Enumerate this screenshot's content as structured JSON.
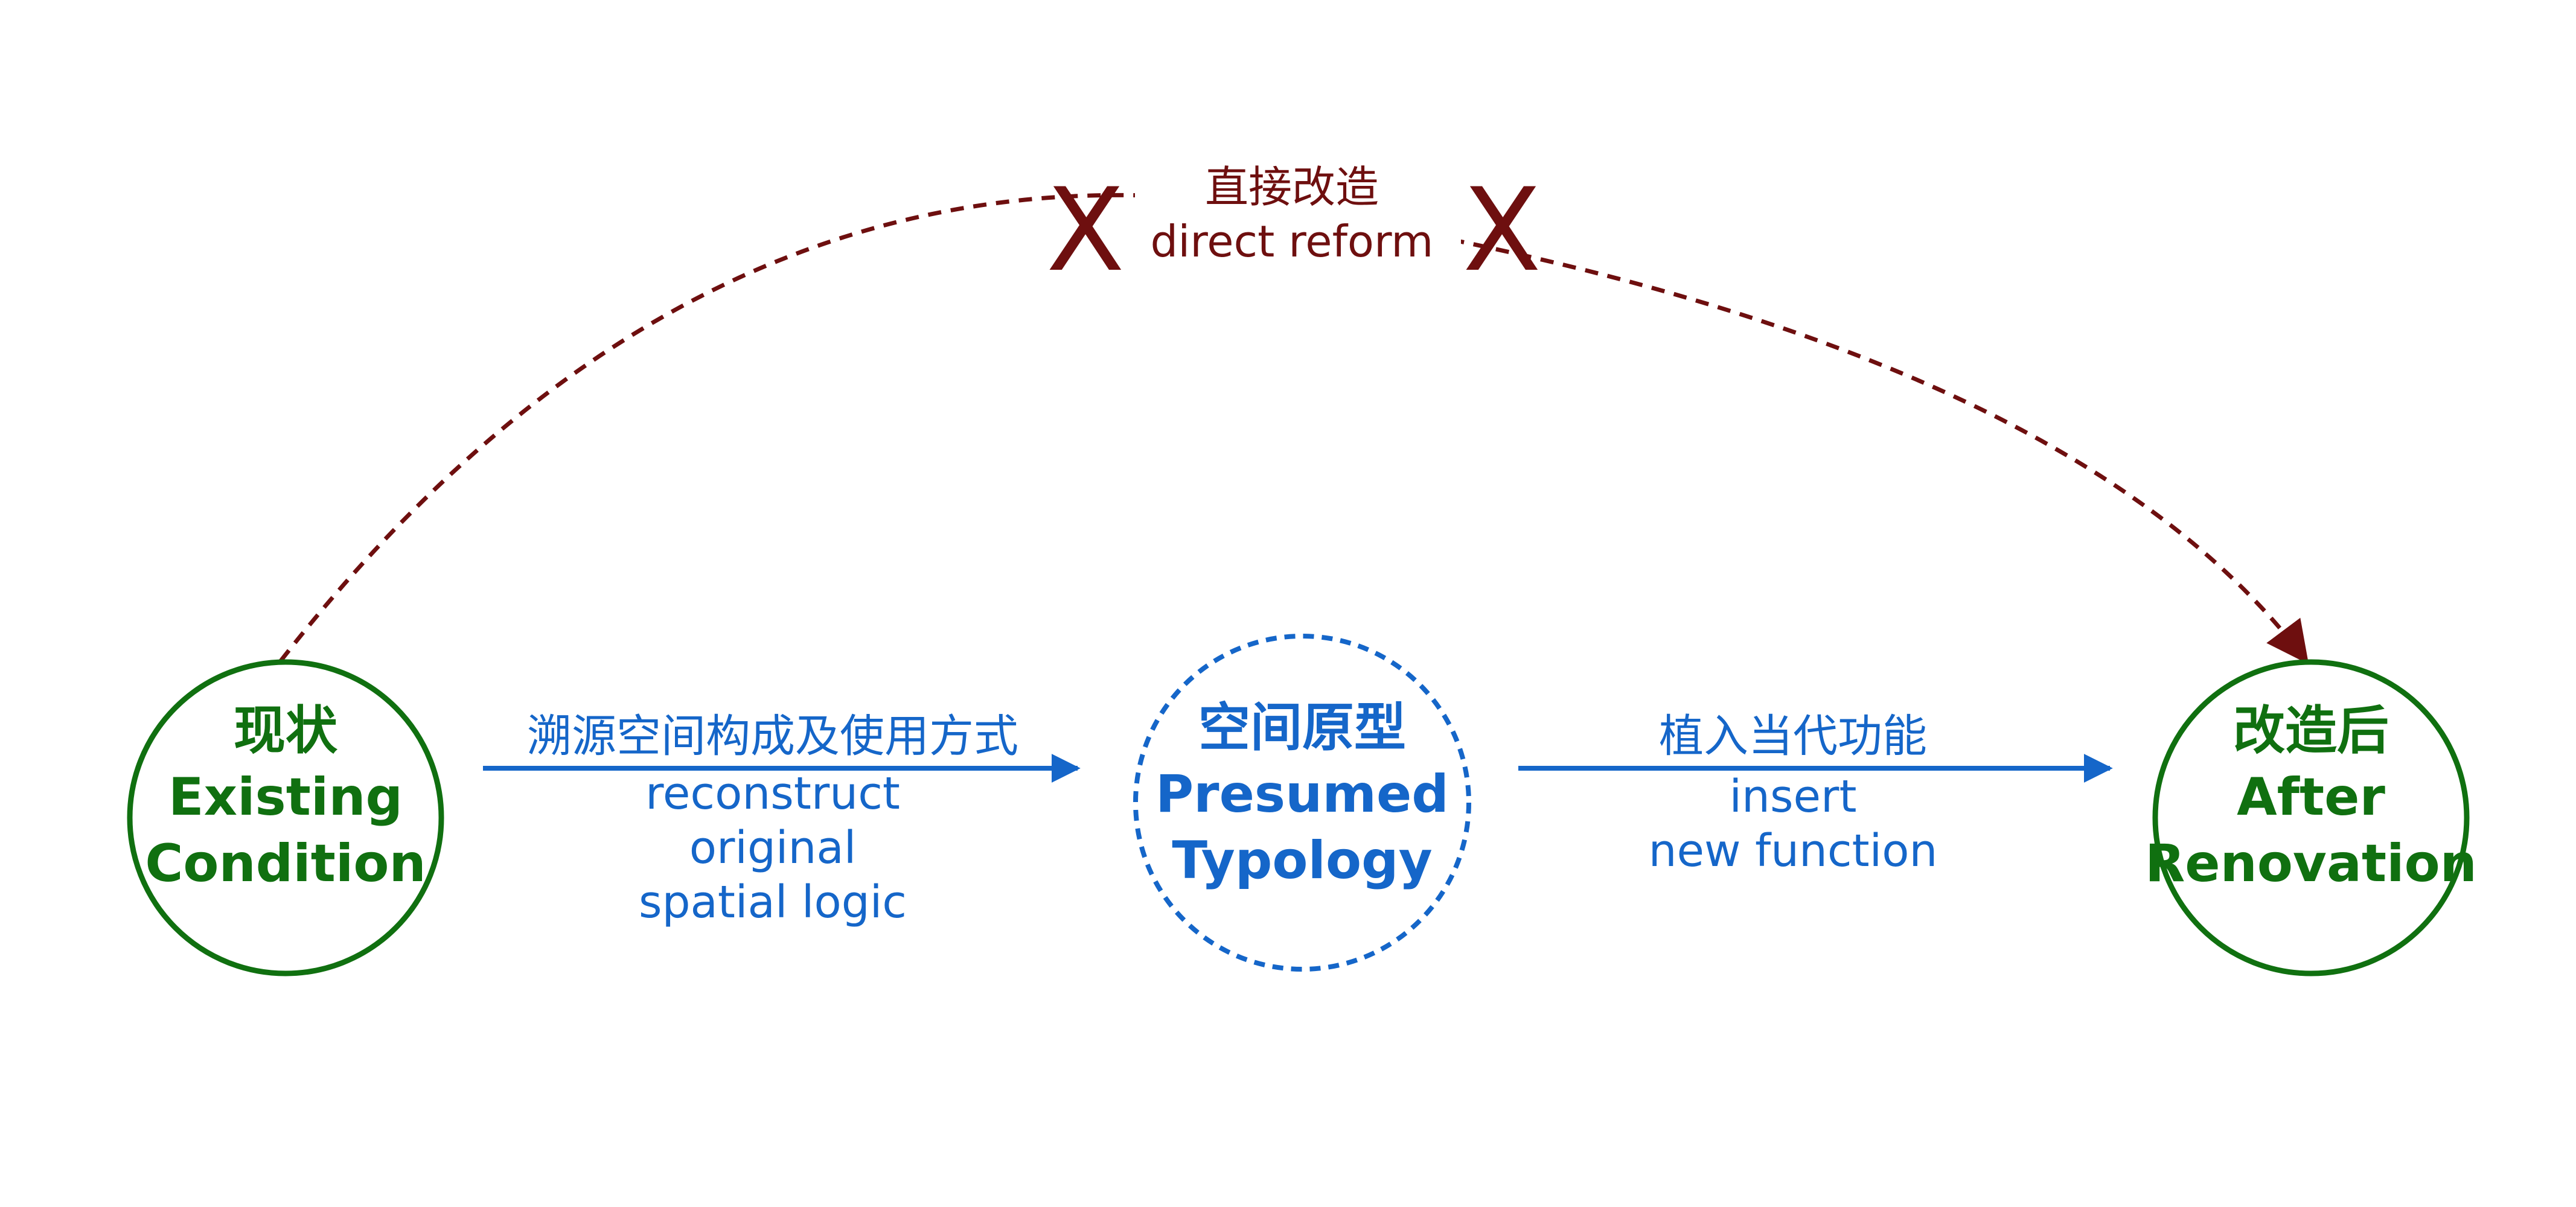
{
  "nodes": {
    "existing": {
      "lines": [
        "现状",
        "Existing",
        "Condition"
      ],
      "color": "#107010"
    },
    "presumed": {
      "lines": [
        "空间原型",
        "Presumed",
        "Typology"
      ],
      "color": "#1566c9"
    },
    "after": {
      "lines": [
        "改造后",
        "After",
        "Renovation"
      ],
      "color": "#107010"
    }
  },
  "edges": {
    "to_presumed": {
      "lines": [
        "溯源空间构成及使用方式",
        "reconstruct",
        "original",
        "spatial logic"
      ],
      "color": "#1566c9"
    },
    "to_after": {
      "lines": [
        "植入当代功能",
        "insert",
        "new function"
      ],
      "color": "#1566c9"
    },
    "direct": {
      "lines": [
        "直接改造",
        "direct reform"
      ],
      "marks": [
        "X",
        "X"
      ],
      "color": "#6e0f0f"
    }
  }
}
